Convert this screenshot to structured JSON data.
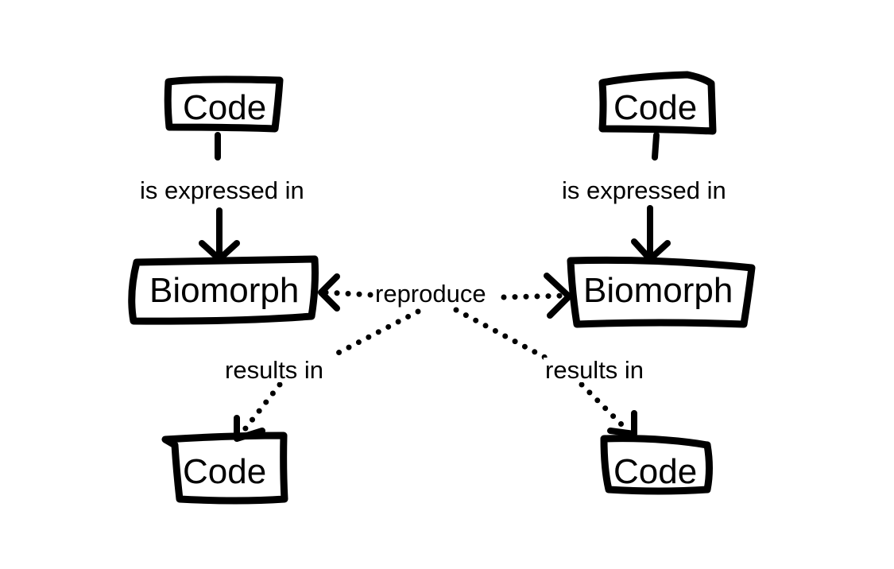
{
  "nodes": {
    "code_top_left": "Code",
    "code_top_right": "Code",
    "biomorph_left": "Biomorph",
    "biomorph_right": "Biomorph",
    "code_bottom_left": "Code",
    "code_bottom_right": "Code"
  },
  "edges": {
    "expressed_left": "is expressed in",
    "expressed_right": "is expressed in",
    "reproduce": "reproduce",
    "results_left": "results in",
    "results_right": "results in"
  },
  "colors": {
    "ink": "#000000",
    "background": "#ffffff"
  }
}
